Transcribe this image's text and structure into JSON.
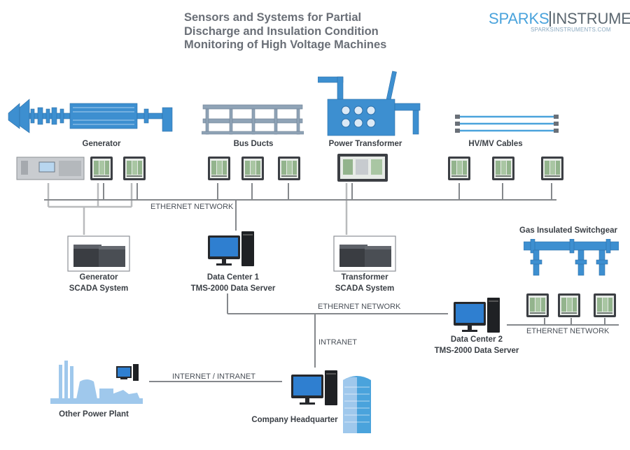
{
  "header": {
    "title_line1": "Sensors and Systems for Partial",
    "title_line2": "Discharge and Insulation Condition",
    "title_line3": "Monitoring of High Voltage Machines"
  },
  "logo": {
    "brand_part1": "SPARKS",
    "brand_part2": "INSTRUMENTS",
    "website": "SPARKSINSTRUMENTS.COM"
  },
  "equipment": {
    "generator": "Generator",
    "bus_ducts": "Bus Ducts",
    "power_transformer": "Power Transformer",
    "hv_mv_cables": "HV/MV Cables",
    "gis": "Gas Insulated Switchgear"
  },
  "systems": {
    "gen_scada_1": "Generator",
    "gen_scada_2": "SCADA System",
    "dc1_1": "Data Center 1",
    "dc1_2": "TMS-2000 Data Server",
    "tr_scada_1": "Transformer",
    "tr_scada_2": "SCADA System",
    "dc2_1": "Data Center 2",
    "dc2_2": "TMS-2000 Data Server",
    "other_plant": "Other Power Plant",
    "hq": "Company Headquarter"
  },
  "networks": {
    "ethernet_top": "ETHERNET NETWORK",
    "ethernet_mid": "ETHERNET NETWORK",
    "ethernet_right": "ETHERNET NETWORK",
    "intranet": "INTRANET",
    "internet_intranet": "INTERNET / INTRANET"
  },
  "colors": {
    "equipment_blue": "#3d8fd0",
    "light_blue": "#9fc8ec",
    "network_line": "#8a8d91",
    "gray_line": "#b7b9bb",
    "text_dark": "#3a3f45"
  }
}
